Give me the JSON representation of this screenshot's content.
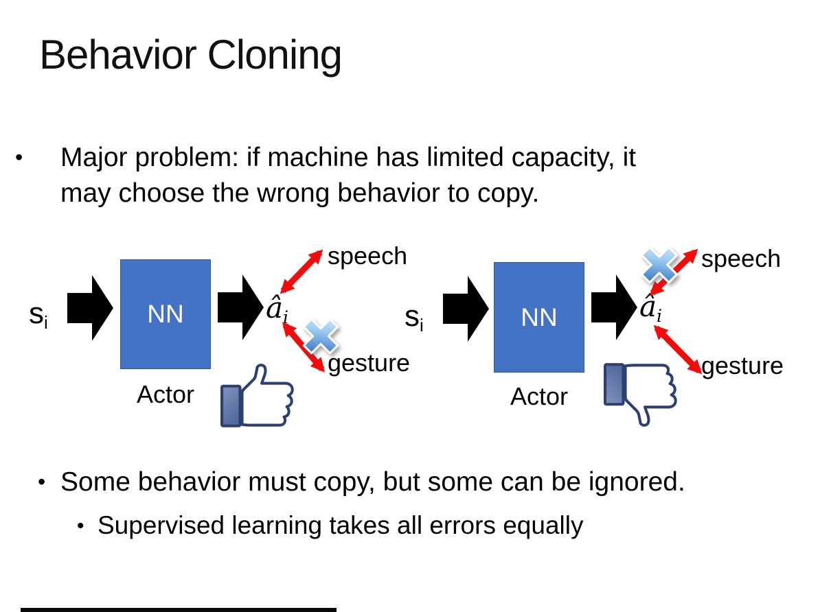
{
  "slide": {
    "title": "Behavior Cloning",
    "bullets": {
      "marker": "•",
      "b1_line1": "Major problem: if machine has limited capacity, it",
      "b1_line2": "may choose the wrong behavior to copy.",
      "b2": "Some behavior must copy, but some can be ignored.",
      "b3": "Supervised learning takes all errors equally"
    }
  },
  "diagram": {
    "input_base": "s",
    "input_sub": "i",
    "nn": "NN",
    "actor": "Actor",
    "output_base": "â",
    "output_sub": "i",
    "speech": "speech",
    "gesture": "gesture"
  },
  "icons": {
    "left_feedback": "thumbs-up",
    "right_feedback": "thumbs-down",
    "left_crossed_out": "gesture",
    "right_crossed_out": "speech",
    "cross_marker": "blue-x"
  },
  "colors": {
    "nn_fill": "#4472C4",
    "nn_border": "#31559C",
    "arrow_red": "#F20B0B",
    "arrow_black": "#000000",
    "icon_outline_navy": "#2B406E",
    "icon_cuff_blue": "#5B73A8",
    "cross_blue": "#2F6FBE",
    "text_black": "#000000",
    "background": "#FFFFFF"
  }
}
